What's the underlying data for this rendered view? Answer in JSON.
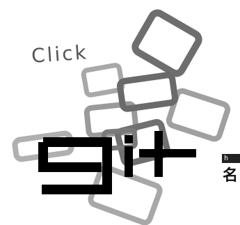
{
  "artwork": {
    "caption": "Click",
    "logo_text": "git",
    "side_badge": "h",
    "side_char": "名",
    "colors": {
      "logo": "#000000",
      "frames_dark": "#6e6e6e",
      "frames_light": "#a9a9a9",
      "caption": "#555555"
    }
  }
}
